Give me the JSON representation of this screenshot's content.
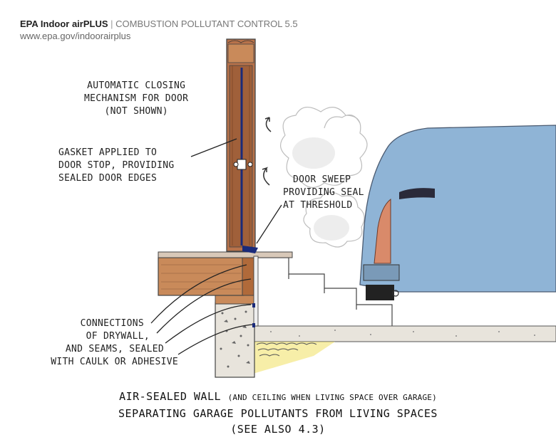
{
  "header": {
    "brand": "EPA Indoor airPLUS",
    "separator": "|",
    "section": "COMBUSTION POLLUTANT CONTROL 5.5",
    "url": "www.epa.gov/indoorairplus"
  },
  "labels": {
    "closing_1": "AUTOMATIC CLOSING",
    "closing_2": "MECHANISM FOR DOOR",
    "closing_3": "(NOT SHOWN)",
    "gasket_1": "GASKET APPLIED TO",
    "gasket_2": "DOOR STOP, PROVIDING",
    "gasket_3": "SEALED DOOR EDGES",
    "sweep_1": "DOOR SWEEP",
    "sweep_2": "PROVIDING SEAL",
    "sweep_3": "AT THRESHOLD",
    "conn_1": "CONNECTIONS",
    "conn_2": "OF DRYWALL,",
    "conn_3": "AND SEAMS, SEALED",
    "conn_4": "WITH CAULK OR ADHESIVE"
  },
  "caption": {
    "line1_main": "AIR-SEALED WALL",
    "line1_note": "(AND CEILING WHEN LIVING SPACE OVER GARAGE)",
    "line2": "SEPARATING GARAGE POLLUTANTS FROM LIVING SPACES",
    "line3": "(SEE ALSO 4.3)"
  },
  "colors": {
    "door_wood": "#b8724a",
    "floor_wood": "#c98a5a",
    "gasket": "#1a2a7a",
    "car_body": "#8fb4d6",
    "tail_light": "#d98a6a",
    "foundation": "#e8e4dc",
    "gravel": "#f0e060",
    "smoke": "#bbbbbb"
  }
}
